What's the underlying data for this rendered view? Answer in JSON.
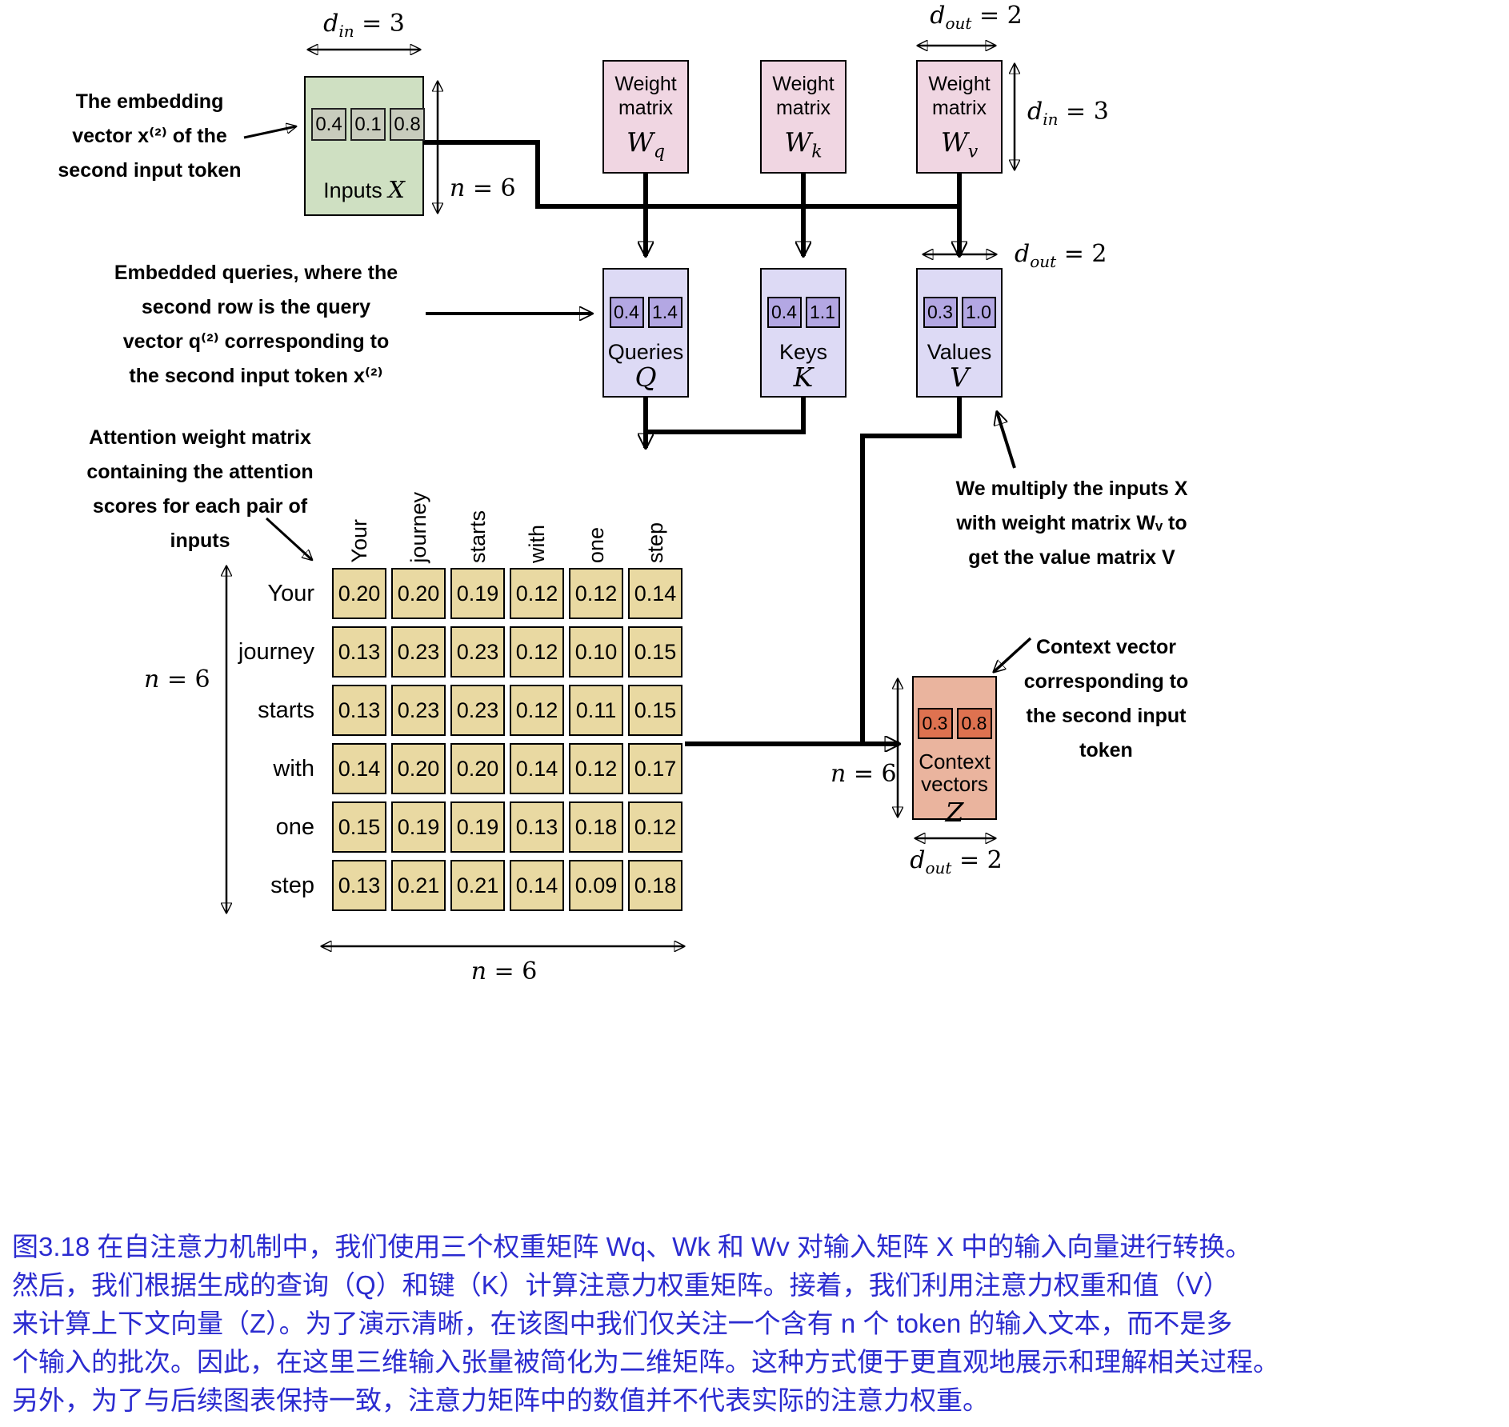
{
  "notes": {
    "embedding": {
      "lines": [
        "The embedding",
        "vector x⁽²⁾ of the",
        "second input token"
      ]
    },
    "queries": {
      "lines": [
        "Embedded queries, where the",
        "second row is the query",
        "vector q⁽²⁾ corresponding to",
        "the second input token x⁽²⁾"
      ]
    },
    "attention": {
      "lines": [
        "Attention weight matrix",
        "containing the attention",
        "scores for each pair of",
        "inputs"
      ]
    },
    "multiply": {
      "lines": [
        "We multiply the inputs X",
        "with weight matrix Wᵥ to",
        "get the value matrix V"
      ]
    },
    "context": {
      "lines": [
        "Context vector",
        "corresponding to",
        "the second input",
        "token"
      ]
    }
  },
  "inputs_x": {
    "cells": [
      "0.4",
      "0.1",
      "0.8"
    ],
    "label_pre": "Inputs ",
    "symbol": "X"
  },
  "weights": [
    {
      "line1": "Weight",
      "line2": "matrix",
      "sym": "W",
      "sub": "q"
    },
    {
      "line1": "Weight",
      "line2": "matrix",
      "sym": "W",
      "sub": "k"
    },
    {
      "line1": "Weight",
      "line2": "matrix",
      "sym": "W",
      "sub": "v"
    }
  ],
  "qkv": [
    {
      "cells": [
        "0.4",
        "1.4"
      ],
      "name": "Queries",
      "sym": "Q"
    },
    {
      "cells": [
        "0.4",
        "1.1"
      ],
      "name": "Keys",
      "sym": "K"
    },
    {
      "cells": [
        "0.3",
        "1.0"
      ],
      "name": "Values",
      "sym": "V"
    }
  ],
  "context_z": {
    "cells": [
      "0.3",
      "0.8"
    ],
    "name_line1": "Context",
    "name_line2": "vectors",
    "sym": "Z"
  },
  "dims": {
    "din_inputs": {
      "base": "d",
      "sub": "in",
      "eq": " = 3"
    },
    "n_inputs": {
      "base": "n",
      "eq": " = 6"
    },
    "dout_wv": {
      "base": "d",
      "sub": "out",
      "eq": " = 2"
    },
    "din_wv": {
      "base": "d",
      "sub": "in",
      "eq": " = 3"
    },
    "dout_v": {
      "base": "d",
      "sub": "out",
      "eq": " = 2"
    },
    "n_matrix_left": {
      "base": "n",
      "eq": " = 6"
    },
    "n_matrix_bottom": {
      "base": "n",
      "eq": " = 6"
    },
    "n_z": {
      "base": "n",
      "eq": " = 6"
    },
    "dout_z": {
      "base": "d",
      "sub": "out",
      "eq": " = 2"
    }
  },
  "attention_matrix": {
    "col_labels": [
      "Your",
      "journey",
      "starts",
      "with",
      "one",
      "step"
    ],
    "row_labels": [
      "Your",
      "journey",
      "starts",
      "with",
      "one",
      "step"
    ],
    "values": [
      [
        "0.20",
        "0.20",
        "0.19",
        "0.12",
        "0.12",
        "0.14"
      ],
      [
        "0.13",
        "0.23",
        "0.23",
        "0.12",
        "0.10",
        "0.15"
      ],
      [
        "0.13",
        "0.23",
        "0.23",
        "0.12",
        "0.11",
        "0.15"
      ],
      [
        "0.14",
        "0.20",
        "0.20",
        "0.14",
        "0.12",
        "0.17"
      ],
      [
        "0.15",
        "0.19",
        "0.19",
        "0.13",
        "0.18",
        "0.12"
      ],
      [
        "0.13",
        "0.21",
        "0.21",
        "0.14",
        "0.09",
        "0.18"
      ]
    ]
  },
  "caption": {
    "lines": [
      "图3.18 在自注意力机制中，我们使用三个权重矩阵 Wq、Wk 和 Wv 对输入矩阵 X 中的输入向量进行转换。",
      "然后，我们根据生成的查询（Q）和键（K）计算注意力权重矩阵。接着，我们利用注意力权重和值（V）",
      "来计算上下文向量（Z）。为了演示清晰，在该图中我们仅关注一个含有 n 个 token 的输入文本，而不是多",
      "个输入的批次。因此，在这里三维输入张量被简化为二维矩阵。这种方式便于更直观地展示和理解相关过程。",
      "另外，为了与后续图表保持一致，注意力矩阵中的数值并不代表实际的注意力权重。"
    ]
  },
  "colors": {
    "inputs_box": "#cfe0c2",
    "inputs_cell": "#c8ccbd",
    "weight_box": "#f0d6e2",
    "qkv_box": "#dddaf5",
    "qkv_cell": "#b3a7e3",
    "matrix_cell": "#e9d9a2",
    "context_box": "#eab49e",
    "context_cell": "#de7250",
    "caption_text": "#2b2bd0"
  }
}
